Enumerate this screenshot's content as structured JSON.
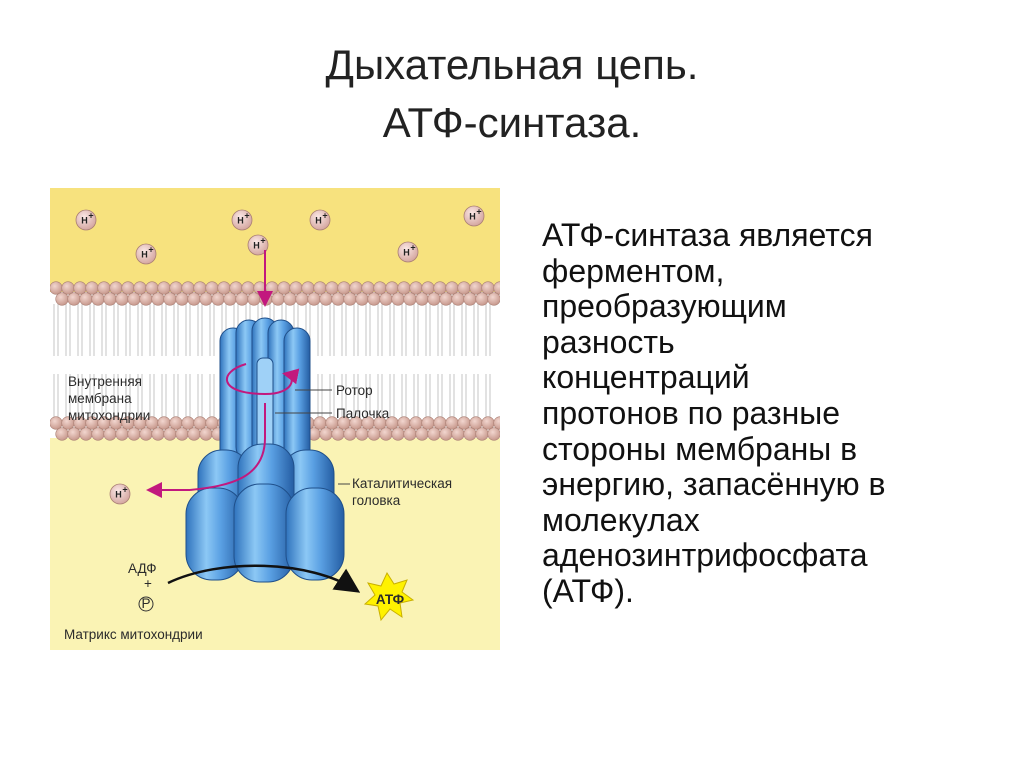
{
  "slide": {
    "title_line1": "Дыхательная цепь.",
    "title_line2": "АТФ-синтаза.",
    "body_lines": [
      "АТФ-синтаза является",
      "ферментом,",
      "преобразующим",
      "разность",
      "концентраций",
      "протонов по разные",
      "стороны мембраны в",
      "энергию, запасённую в",
      "молекулах",
      "аденозинтрифосфата",
      "(АТФ)."
    ]
  },
  "figure": {
    "label_membrane_1": "Внутренняя",
    "label_membrane_2": "мембрана",
    "label_membrane_3": "митохондрии",
    "label_rotor": "Ротор",
    "label_stalk": "Палочка",
    "label_head_1": "Каталитическая",
    "label_head_2": "головка",
    "label_matrix": "Матрикс митохондрии",
    "label_adp": "АДФ",
    "label_plus": "+",
    "label_pi": "P",
    "label_atp": "АТФ",
    "proton_label": "H",
    "proton_charge": "+",
    "colors": {
      "outer_space": "#f7e27e",
      "matrix": "#faf3b4",
      "lipid_head": "#d9b2a7",
      "enzyme_blue": "#6aaee8",
      "enzyme_dark": "#2c6fb7",
      "arrow_magenta": "#c2187e",
      "atp_star": "#fff200"
    }
  }
}
